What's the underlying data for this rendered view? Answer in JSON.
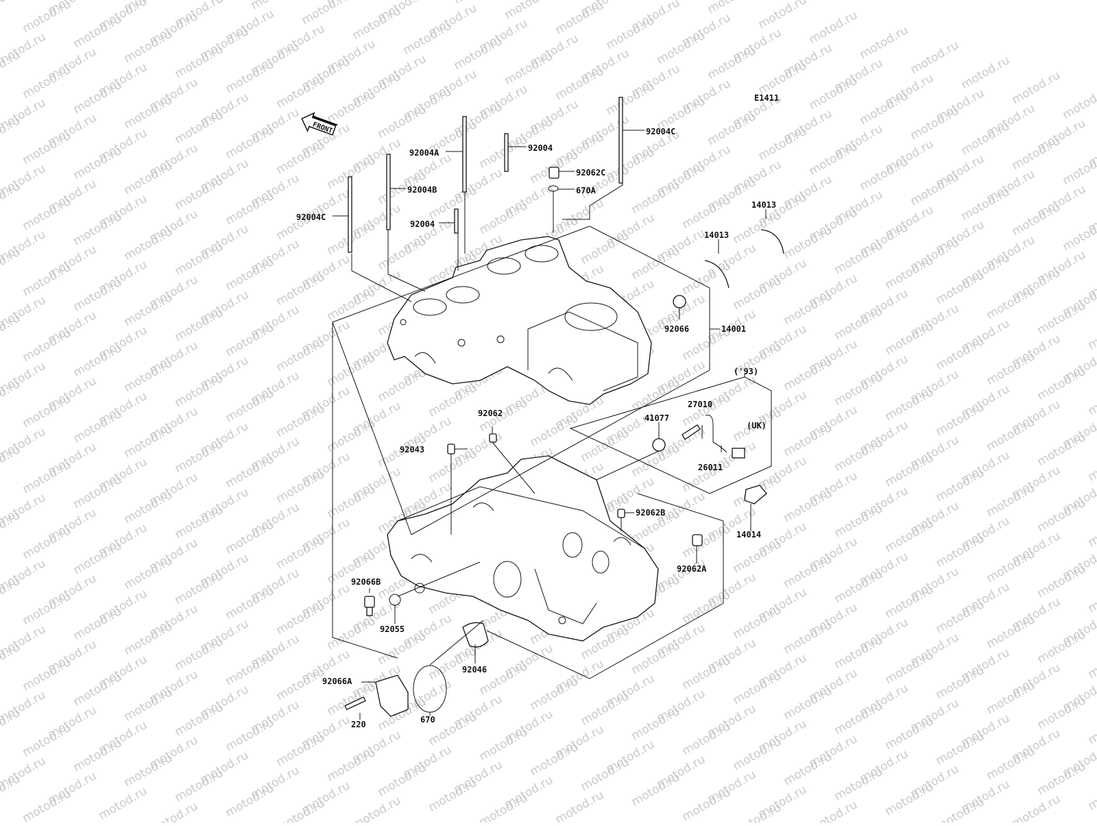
{
  "diagram_code": "E1411",
  "front_label": "FRONT",
  "watermark": "motod.ru",
  "variant_year": "('93)",
  "variant_region": "(UK)",
  "labels": {
    "p92004C_top": "92004C",
    "p92004": "92004",
    "p92004A": "92004A",
    "p92062C": "92062C",
    "p670A": "670A",
    "p92004B": "92004B",
    "p92004C_left": "92004C",
    "p92004_small": "92004",
    "p14013_right": "14013",
    "p14013_left": "14013",
    "p92066": "92066",
    "p14001": "14001",
    "p27010": "27010",
    "p41077": "41077",
    "p26011": "26011",
    "p92062": "92062",
    "p92043": "92043",
    "p92062B": "92062B",
    "p14014": "14014",
    "p92062A": "92062A",
    "p92066B": "92066B",
    "p92055": "92055",
    "p92046": "92046",
    "p92066A": "92066A",
    "p670": "670",
    "p220": "220"
  }
}
